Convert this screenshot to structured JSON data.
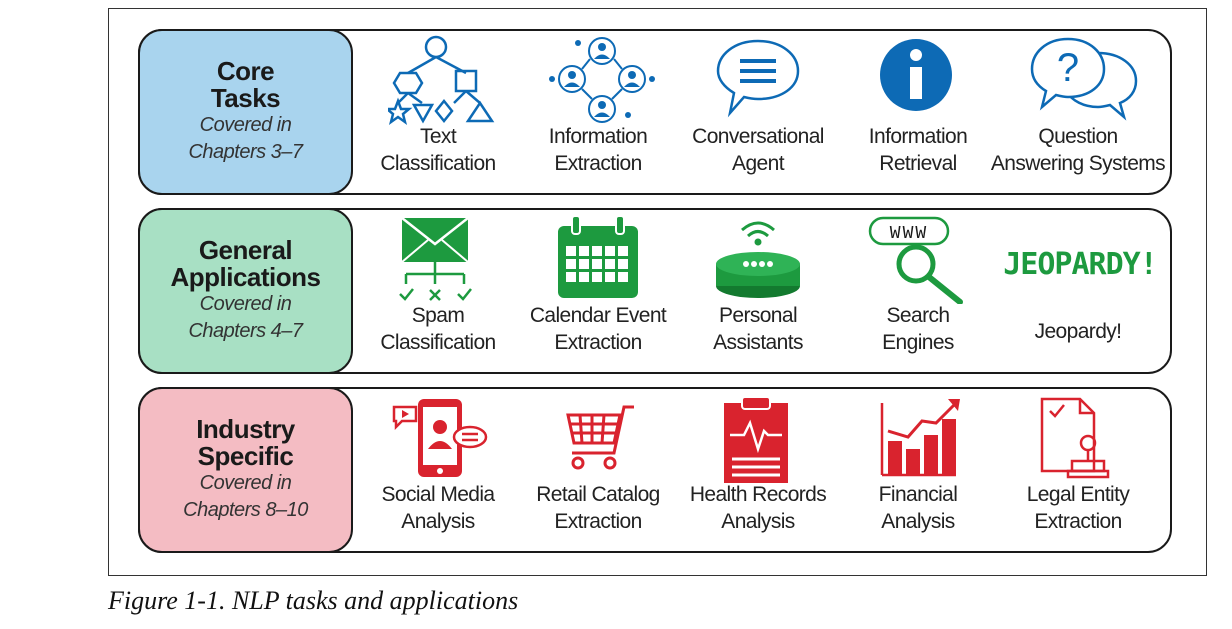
{
  "rows": [
    {
      "title_lines": [
        "Core",
        "Tasks"
      ],
      "sub_lines": [
        "Covered in",
        "Chapters 3–7"
      ],
      "color": "#a9d4ee",
      "items": [
        {
          "icon": "hierarchy-shapes-icon",
          "lines": [
            "Text",
            "Classification"
          ]
        },
        {
          "icon": "connected-people-network-icon",
          "lines": [
            "Information",
            "Extraction"
          ]
        },
        {
          "icon": "speech-bubble-icon",
          "lines": [
            "Conversational",
            "Agent"
          ]
        },
        {
          "icon": "info-circle-icon",
          "lines": [
            "Information",
            "Retrieval"
          ]
        },
        {
          "icon": "question-speech-bubbles-icon",
          "lines": [
            "Question",
            "Answering Systems"
          ]
        }
      ]
    },
    {
      "title_lines": [
        "General",
        "Applications"
      ],
      "sub_lines": [
        "Covered in",
        "Chapters 4–7"
      ],
      "color": "#a8e0c4",
      "items": [
        {
          "icon": "envelope-sorting-icon",
          "lines": [
            "Spam",
            "Classification"
          ]
        },
        {
          "icon": "calendar-icon",
          "lines": [
            "Calendar Event",
            "Extraction"
          ]
        },
        {
          "icon": "smart-speaker-icon",
          "lines": [
            "Personal",
            "Assistants"
          ]
        },
        {
          "icon": "www-magnifier-icon",
          "lines": [
            "Search",
            "Engines"
          ],
          "badge": "WWW"
        },
        {
          "icon": "jeopardy-logo-icon",
          "lines": [
            "Jeopardy!"
          ],
          "logo": "JEOPARDY!"
        }
      ]
    },
    {
      "title_lines": [
        "Industry",
        "Specific"
      ],
      "sub_lines": [
        "Covered in",
        "Chapters 8–10"
      ],
      "color": "#f4bcc3",
      "items": [
        {
          "icon": "social-media-phone-icon",
          "lines": [
            "Social Media",
            "Analysis"
          ]
        },
        {
          "icon": "shopping-cart-icon",
          "lines": [
            "Retail Catalog",
            "Extraction"
          ]
        },
        {
          "icon": "medical-clipboard-icon",
          "lines": [
            "Health Records",
            "Analysis"
          ]
        },
        {
          "icon": "rising-bar-chart-icon",
          "lines": [
            "Financial",
            "Analysis"
          ]
        },
        {
          "icon": "legal-stamp-document-icon",
          "lines": [
            "Legal Entity",
            "Extraction"
          ]
        }
      ]
    }
  ],
  "colors": {
    "core_icon": "#0d6ab5",
    "general_icon": "#1d9a3f",
    "industry_icon": "#d9232e"
  },
  "caption": "Figure 1-1. NLP tasks and applications"
}
